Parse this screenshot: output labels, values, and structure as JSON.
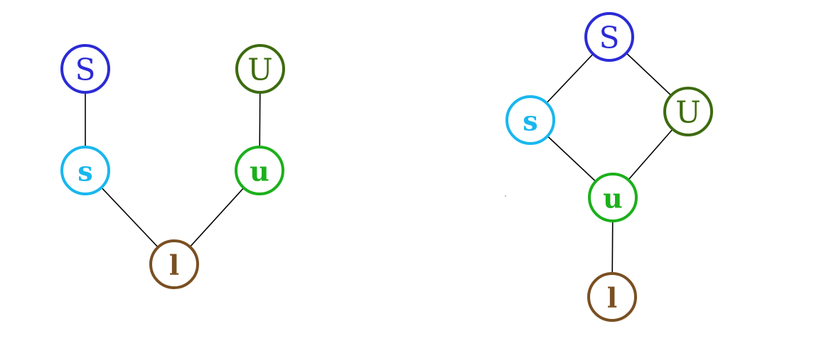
{
  "colors": {
    "S": "#2b2bd6",
    "s": "#19b7ee",
    "U": "#3d6b0f",
    "u": "#1bb01b",
    "l": "#7a4f22",
    "edge": "#000000",
    "background": "#ffffff"
  },
  "graphs": [
    {
      "nodes": [
        {
          "id": "S",
          "label": "S",
          "color_key": "S"
        },
        {
          "id": "s",
          "label": "s",
          "color_key": "s"
        },
        {
          "id": "U",
          "label": "U",
          "color_key": "U"
        },
        {
          "id": "u",
          "label": "u",
          "color_key": "u"
        },
        {
          "id": "l",
          "label": "l",
          "color_key": "l"
        }
      ],
      "edges": [
        {
          "from": "S",
          "to": "s"
        },
        {
          "from": "s",
          "to": "l"
        },
        {
          "from": "U",
          "to": "u"
        },
        {
          "from": "u",
          "to": "l"
        }
      ]
    },
    {
      "nodes": [
        {
          "id": "S",
          "label": "S",
          "color_key": "S"
        },
        {
          "id": "s",
          "label": "s",
          "color_key": "s"
        },
        {
          "id": "U",
          "label": "U",
          "color_key": "U"
        },
        {
          "id": "u",
          "label": "u",
          "color_key": "u"
        },
        {
          "id": "l",
          "label": "l",
          "color_key": "l"
        }
      ],
      "edges": [
        {
          "from": "S",
          "to": "s"
        },
        {
          "from": "S",
          "to": "U"
        },
        {
          "from": "s",
          "to": "u"
        },
        {
          "from": "U",
          "to": "u"
        },
        {
          "from": "u",
          "to": "l"
        }
      ]
    }
  ]
}
